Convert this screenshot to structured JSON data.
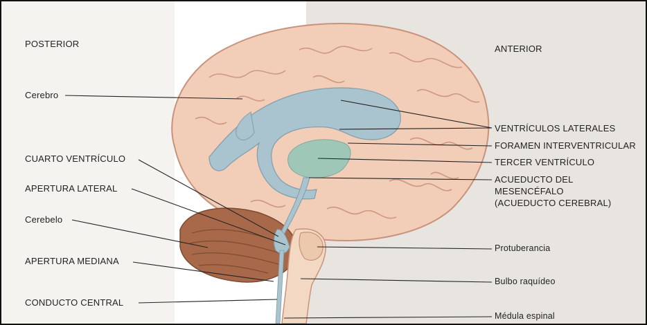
{
  "orientation": {
    "posterior": "POSTERIOR",
    "anterior": "ANTERIOR"
  },
  "labels_left": {
    "cerebro": "Cerebro",
    "cuarto_ventriculo": "CUARTO VENTRÍCULO",
    "apertura_lateral": "APERTURA LATERAL",
    "cerebelo": "Cerebelo",
    "apertura_mediana": "APERTURA MEDIANA",
    "conducto_central": "CONDUCTO CENTRAL"
  },
  "labels_right": {
    "ventriculos_laterales": "VENTRÍCULOS LATERALES",
    "foramen_interventricular": "FORAMEN INTERVENTRICULAR",
    "tercer_ventriculo": "TERCER VENTRÍCULO",
    "acueducto_line1": "ACUEDUCTO DEL",
    "acueducto_line2": "MESENCÉFALO",
    "acueducto_line3": "(ACUEDUCTO CEREBRAL)",
    "protuberancia": "Protuberancia",
    "bulbo_raquideo": "Bulbo raquídeo",
    "medula_espinal": "Médula espinal"
  },
  "colors": {
    "cerebrum": "#f2cdb8",
    "gyri_lines": "#c9927a",
    "cerebellum": "#a8694a",
    "brainstem": "#f3d9c4",
    "ventricles": "#a9c3cf",
    "third_ventricle": "#9fc7b8",
    "leader_lines": "#222222",
    "background_page": "#c9c3b8"
  }
}
